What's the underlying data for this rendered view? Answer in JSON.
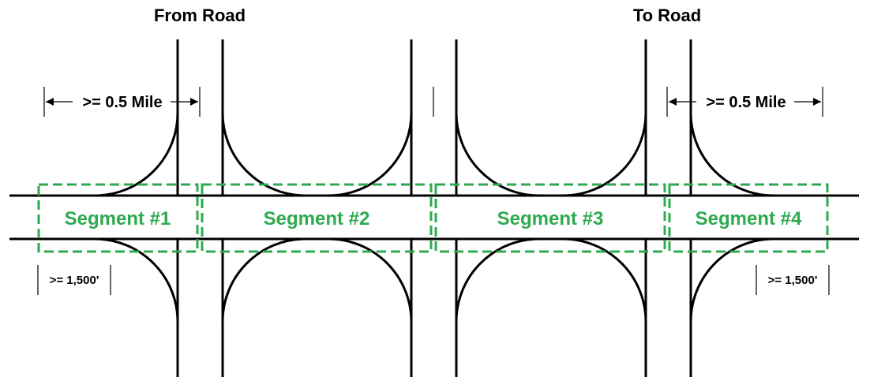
{
  "labels": {
    "from_road": "From Road",
    "to_road": "To Road",
    "dim_left_mile": ">= 0.5 Mile",
    "dim_right_mile": ">= 0.5 Mile",
    "dim_left_feet": ">= 1,500'",
    "dim_right_feet": ">= 1,500'"
  },
  "segments": [
    {
      "label": "Segment #1"
    },
    {
      "label": "Segment #2"
    },
    {
      "label": "Segment #3"
    },
    {
      "label": "Segment #4"
    }
  ],
  "colors": {
    "segment": "#2eaa4f",
    "road": "#000000"
  }
}
